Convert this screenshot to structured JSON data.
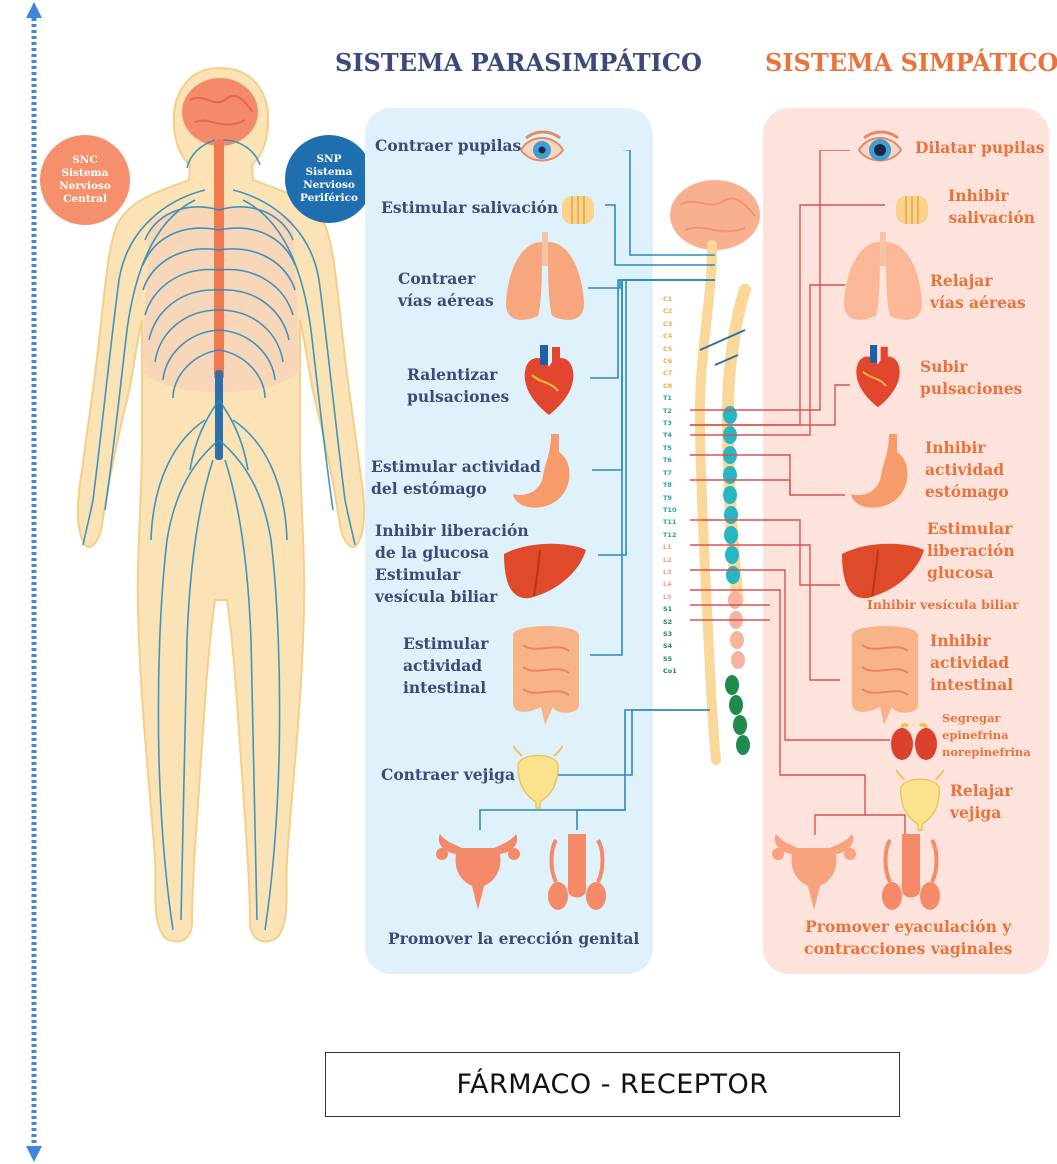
{
  "titles": {
    "parasympathetic": "SISTEMA PARASIMPÁTICO",
    "sympathetic": "SISTEMA SIMPÁTICO"
  },
  "badges": {
    "snc": [
      "SNC",
      "Sistema",
      "Nervioso",
      "Central"
    ],
    "snp": [
      "SNP",
      "Sistema",
      "Nervioso",
      "Periférico"
    ]
  },
  "parasympathetic": {
    "pupils": "Contraer pupilas",
    "saliva": "Estimular salivación",
    "airways": [
      "Contraer",
      "vías aéreas"
    ],
    "heart": [
      "Ralentizar",
      "pulsaciones"
    ],
    "stomach": [
      "Estimular actividad",
      "del estómago"
    ],
    "liver": [
      "Inhibir liberación",
      "de la glucosa",
      "Estimular",
      "vesícula biliar"
    ],
    "intestine": [
      "Estimular",
      "actividad",
      "intestinal"
    ],
    "bladder": "Contraer vejiga",
    "genital": "Promover la erección genital"
  },
  "sympathetic": {
    "pupils": "Dilatar pupilas",
    "saliva": [
      "Inhibir",
      "salivación"
    ],
    "airways": [
      "Relajar",
      "vías aéreas"
    ],
    "heart": [
      "Subir",
      "pulsaciones"
    ],
    "stomach": [
      "Inhibir",
      "actividad",
      "estómago"
    ],
    "glucose": [
      "Estimular",
      "liberación",
      "glucosa"
    ],
    "gallbladder": "Inhibir vesícula biliar",
    "intestine": [
      "Inhibir",
      "actividad",
      "intestinal"
    ],
    "adrenal": [
      "Segregar",
      "epinefrina",
      "norepinefrina"
    ],
    "bladder": [
      "Relajar",
      "vejiga"
    ],
    "genital": [
      "Promover eyaculación y",
      "contracciones vaginales"
    ]
  },
  "vertebrae": {
    "cervical": [
      "C1",
      "C2",
      "C3",
      "C4",
      "C5",
      "C6",
      "C7",
      "C8"
    ],
    "thoracic": [
      "T1",
      "T2",
      "T3",
      "T4",
      "T5",
      "T6",
      "T7",
      "T8",
      "T9",
      "T10",
      "T11",
      "T12"
    ],
    "lumbar": [
      "L1",
      "L2",
      "L3",
      "L4",
      "L5"
    ],
    "sacral": [
      "S1",
      "S2",
      "S3",
      "S4",
      "S5",
      "Co1"
    ]
  },
  "caption": "FÁRMACO - RECEPTOR",
  "colors": {
    "para_panel": "#dff1fb",
    "symp_panel": "#fde3dc",
    "para_text": "#3a4a7a",
    "symp_text": "#e9733a",
    "nerve_blue": "#2d8bbf",
    "symp_line": "#d9534f",
    "arrow_dotted": "#3f86d6"
  }
}
